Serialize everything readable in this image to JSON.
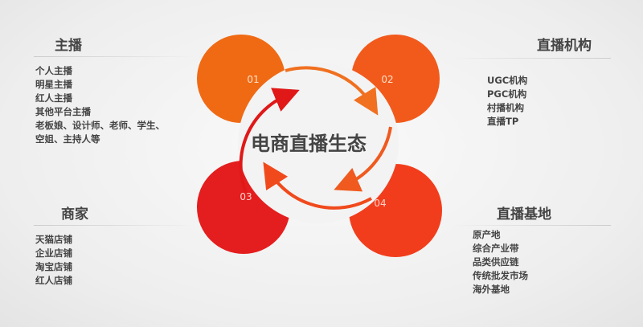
{
  "center": {
    "title": "电商直播生态"
  },
  "nodes": [
    {
      "num": "01",
      "color": "#f06a14"
    },
    {
      "num": "02",
      "color": "#f25a1c"
    },
    {
      "num": "03",
      "color": "#e41e1e"
    },
    {
      "num": "04",
      "color": "#f23d1c"
    }
  ],
  "sections": {
    "anchor": {
      "title": "主播",
      "items": [
        "个人主播",
        "明星主播",
        "红人主播",
        "其他平台主播",
        "老板娘、设计师、老师、学生、",
        "空姐、主持人等"
      ]
    },
    "agency": {
      "title": "直播机构",
      "items": [
        "UGC机构",
        "PGC机构",
        "村播机构",
        "直播TP"
      ]
    },
    "merchant": {
      "title": "商家",
      "items": [
        "天猫店铺",
        "企业店铺",
        "淘宝店铺",
        "红人店铺"
      ]
    },
    "base": {
      "title": "直播基地",
      "items": [
        "原产地",
        "综合产业带",
        "品类供应链",
        "传统批发市场",
        "海外基地"
      ]
    }
  }
}
